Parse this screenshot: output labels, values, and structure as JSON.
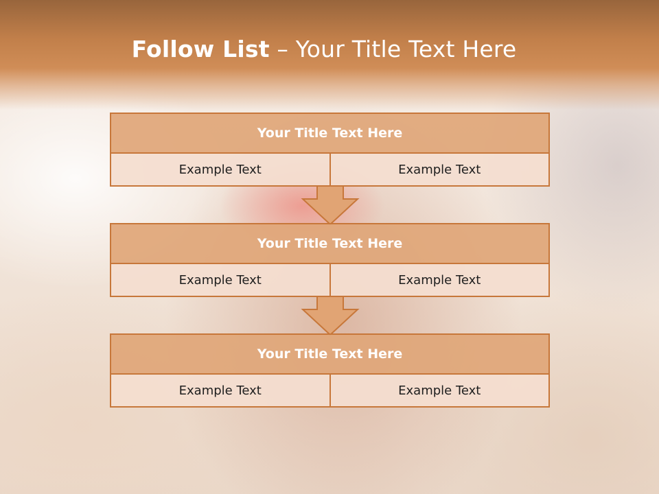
{
  "slide": {
    "title_bold": "Follow List",
    "title_rest": " – Your Title Text Here"
  },
  "blocks": [
    {
      "title": "Your Title Text Here",
      "left": "Example Text",
      "right": "Example Text"
    },
    {
      "title": "Your Title Text Here",
      "left": "Example Text",
      "right": "Example Text"
    },
    {
      "title": "Your Title Text Here",
      "left": "Example Text",
      "right": "Example Text"
    }
  ],
  "colors": {
    "header": "#c17f4a",
    "box_border": "#c7773a",
    "box_header_fill": "#e0a678",
    "box_body_fill": "#f4ded0",
    "arrow_fill": "#e1a474"
  },
  "icons": [
    "down-arrow-icon",
    "down-arrow-icon"
  ]
}
